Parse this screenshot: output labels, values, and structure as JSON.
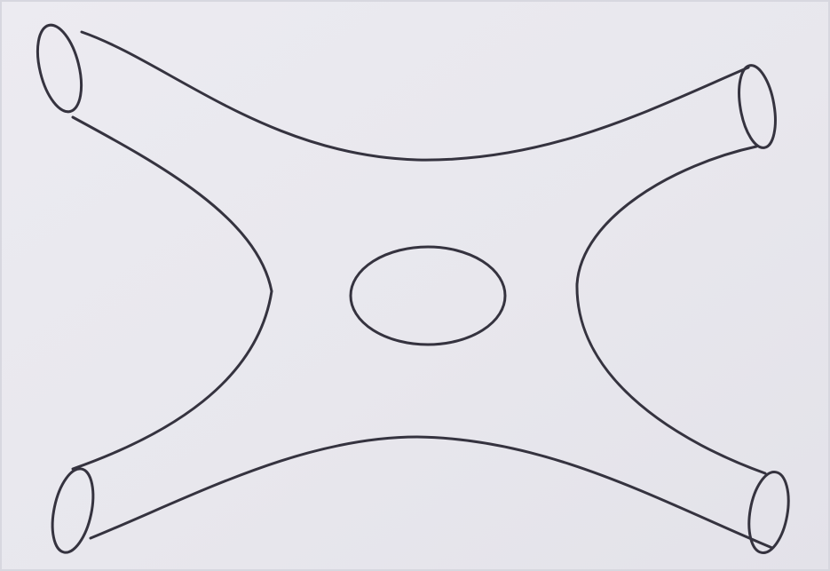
{
  "figure": {
    "paper_color": "#e9e8ee",
    "stroke_color": "#35333f",
    "elements": [
      "surface-outline",
      "top-left-tube-opening",
      "top-right-tube-opening",
      "bottom-left-tube-opening",
      "bottom-right-tube-opening",
      "central-hole"
    ]
  }
}
